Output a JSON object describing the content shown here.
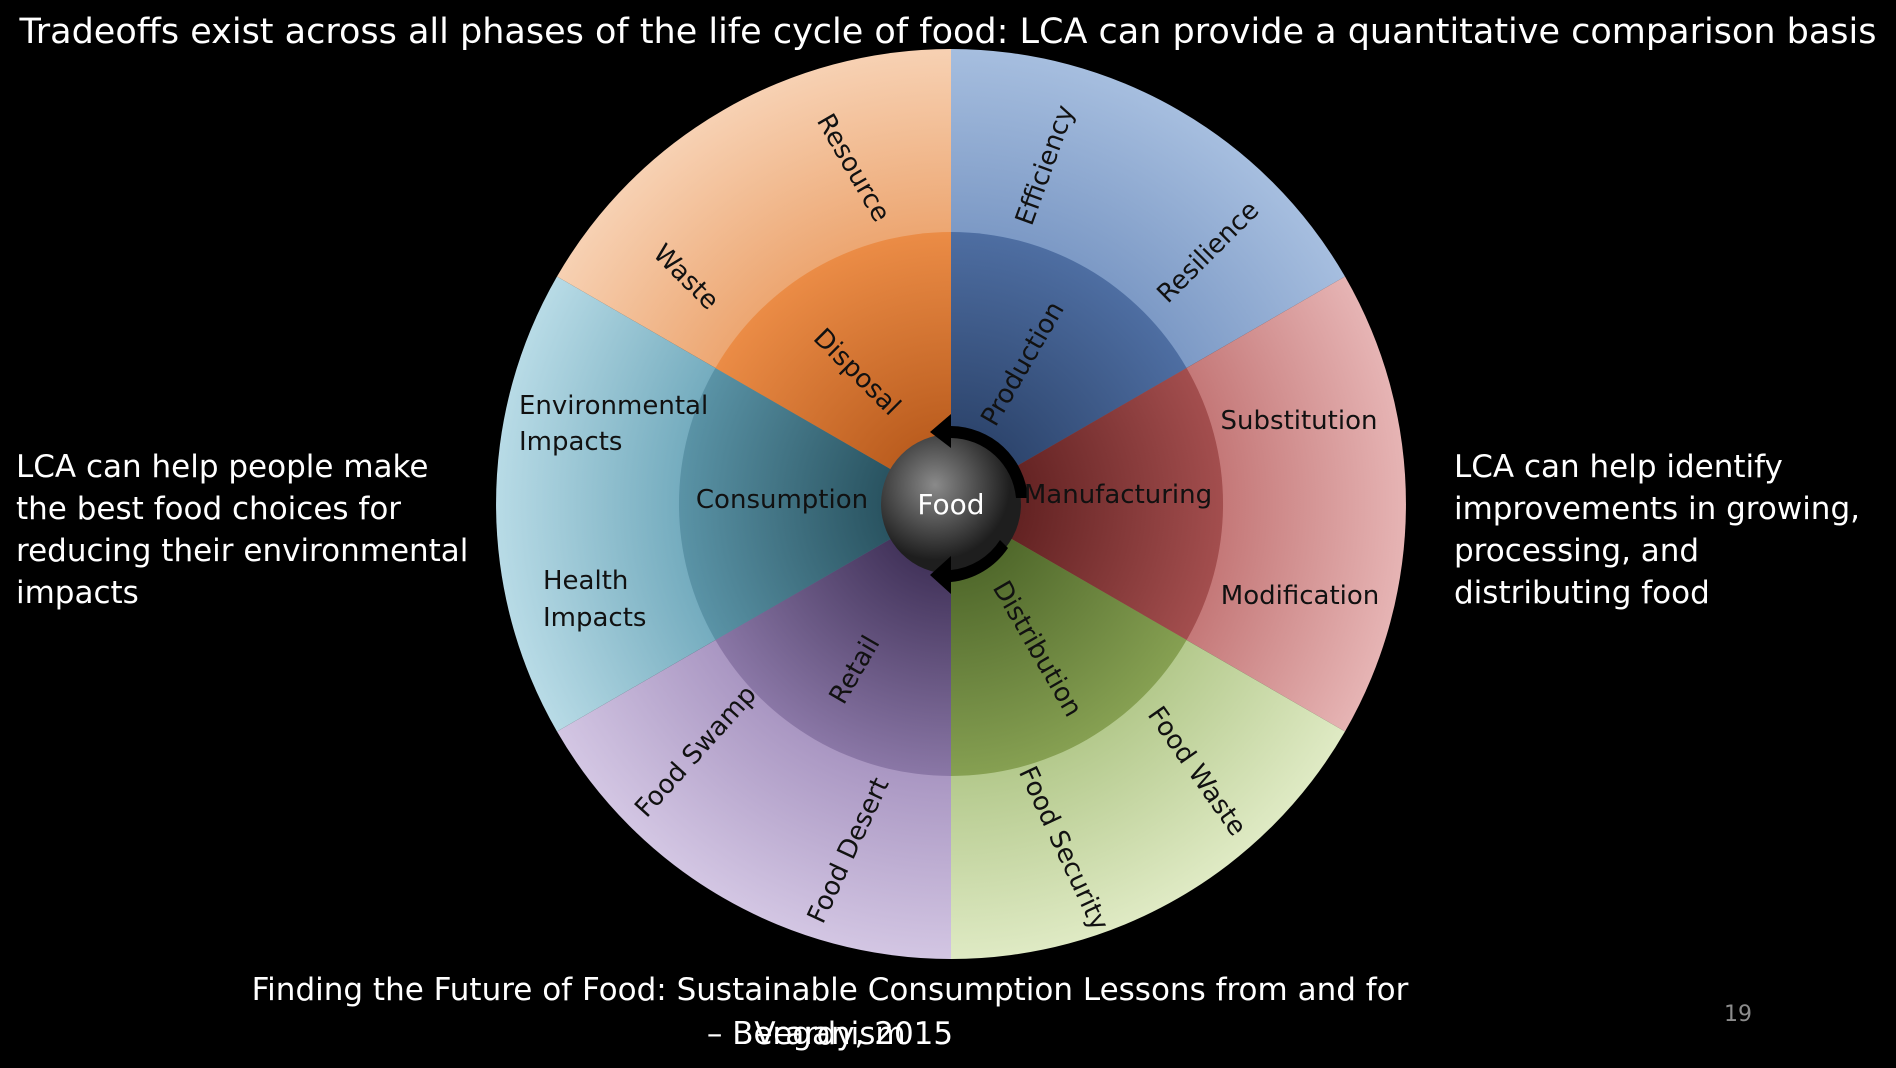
{
  "title": "Tradeoffs exist across all phases of the life cycle of food: LCA can provide a quantitative comparison basis",
  "left_text": [
    "LCA can help people make",
    "the best food choices for",
    "reducing their environmental",
    "impacts"
  ],
  "right_text": [
    "LCA can help identify",
    "improvements in growing,",
    "processing, and",
    "distributing food"
  ],
  "footer_line1": "Finding the Future of Food: Sustainable Consumption Lessons from and for Veganism",
  "footer_line2": "– Berardy, 2015",
  "page_number": "19",
  "wheel": {
    "center": "Food",
    "inner": {
      "production": "Production",
      "manufacturing": "Manufacturing",
      "distribution": "Distribution",
      "retail": "Retail",
      "consumption": "Consumption",
      "disposal": "Disposal"
    },
    "outer": {
      "efficiency": "Efficiency",
      "resilience": "Resilience",
      "substitution": "Substitution",
      "modification": "Modification",
      "food_waste": "Food Waste",
      "food_security": "Food Security",
      "food_desert": "Food Desert",
      "food_swamp": "Food Swamp",
      "health_impacts_1": "Health",
      "health_impacts_2": "Impacts",
      "environmental_impacts_1": "Environmental",
      "environmental_impacts_2": "Impacts",
      "waste": "Waste",
      "resource": "Resource"
    },
    "colors": {
      "production_outer": "#89a6d1",
      "production_inner": "#3b5a8d",
      "manufacturing_outer": "#cd8a8a",
      "manufacturing_inner": "#8f3a3a",
      "distribution_outer": "#c8d8a4",
      "distribution_inner": "#70893f",
      "retail_outer": "#bca9d2",
      "retail_inner": "#6a5585",
      "consumption_outer": "#8fc0d0",
      "consumption_inner": "#3f7787",
      "disposal_outer": "#f2b488",
      "disposal_inner": "#d9772f",
      "center": "#3a3a3a"
    }
  }
}
